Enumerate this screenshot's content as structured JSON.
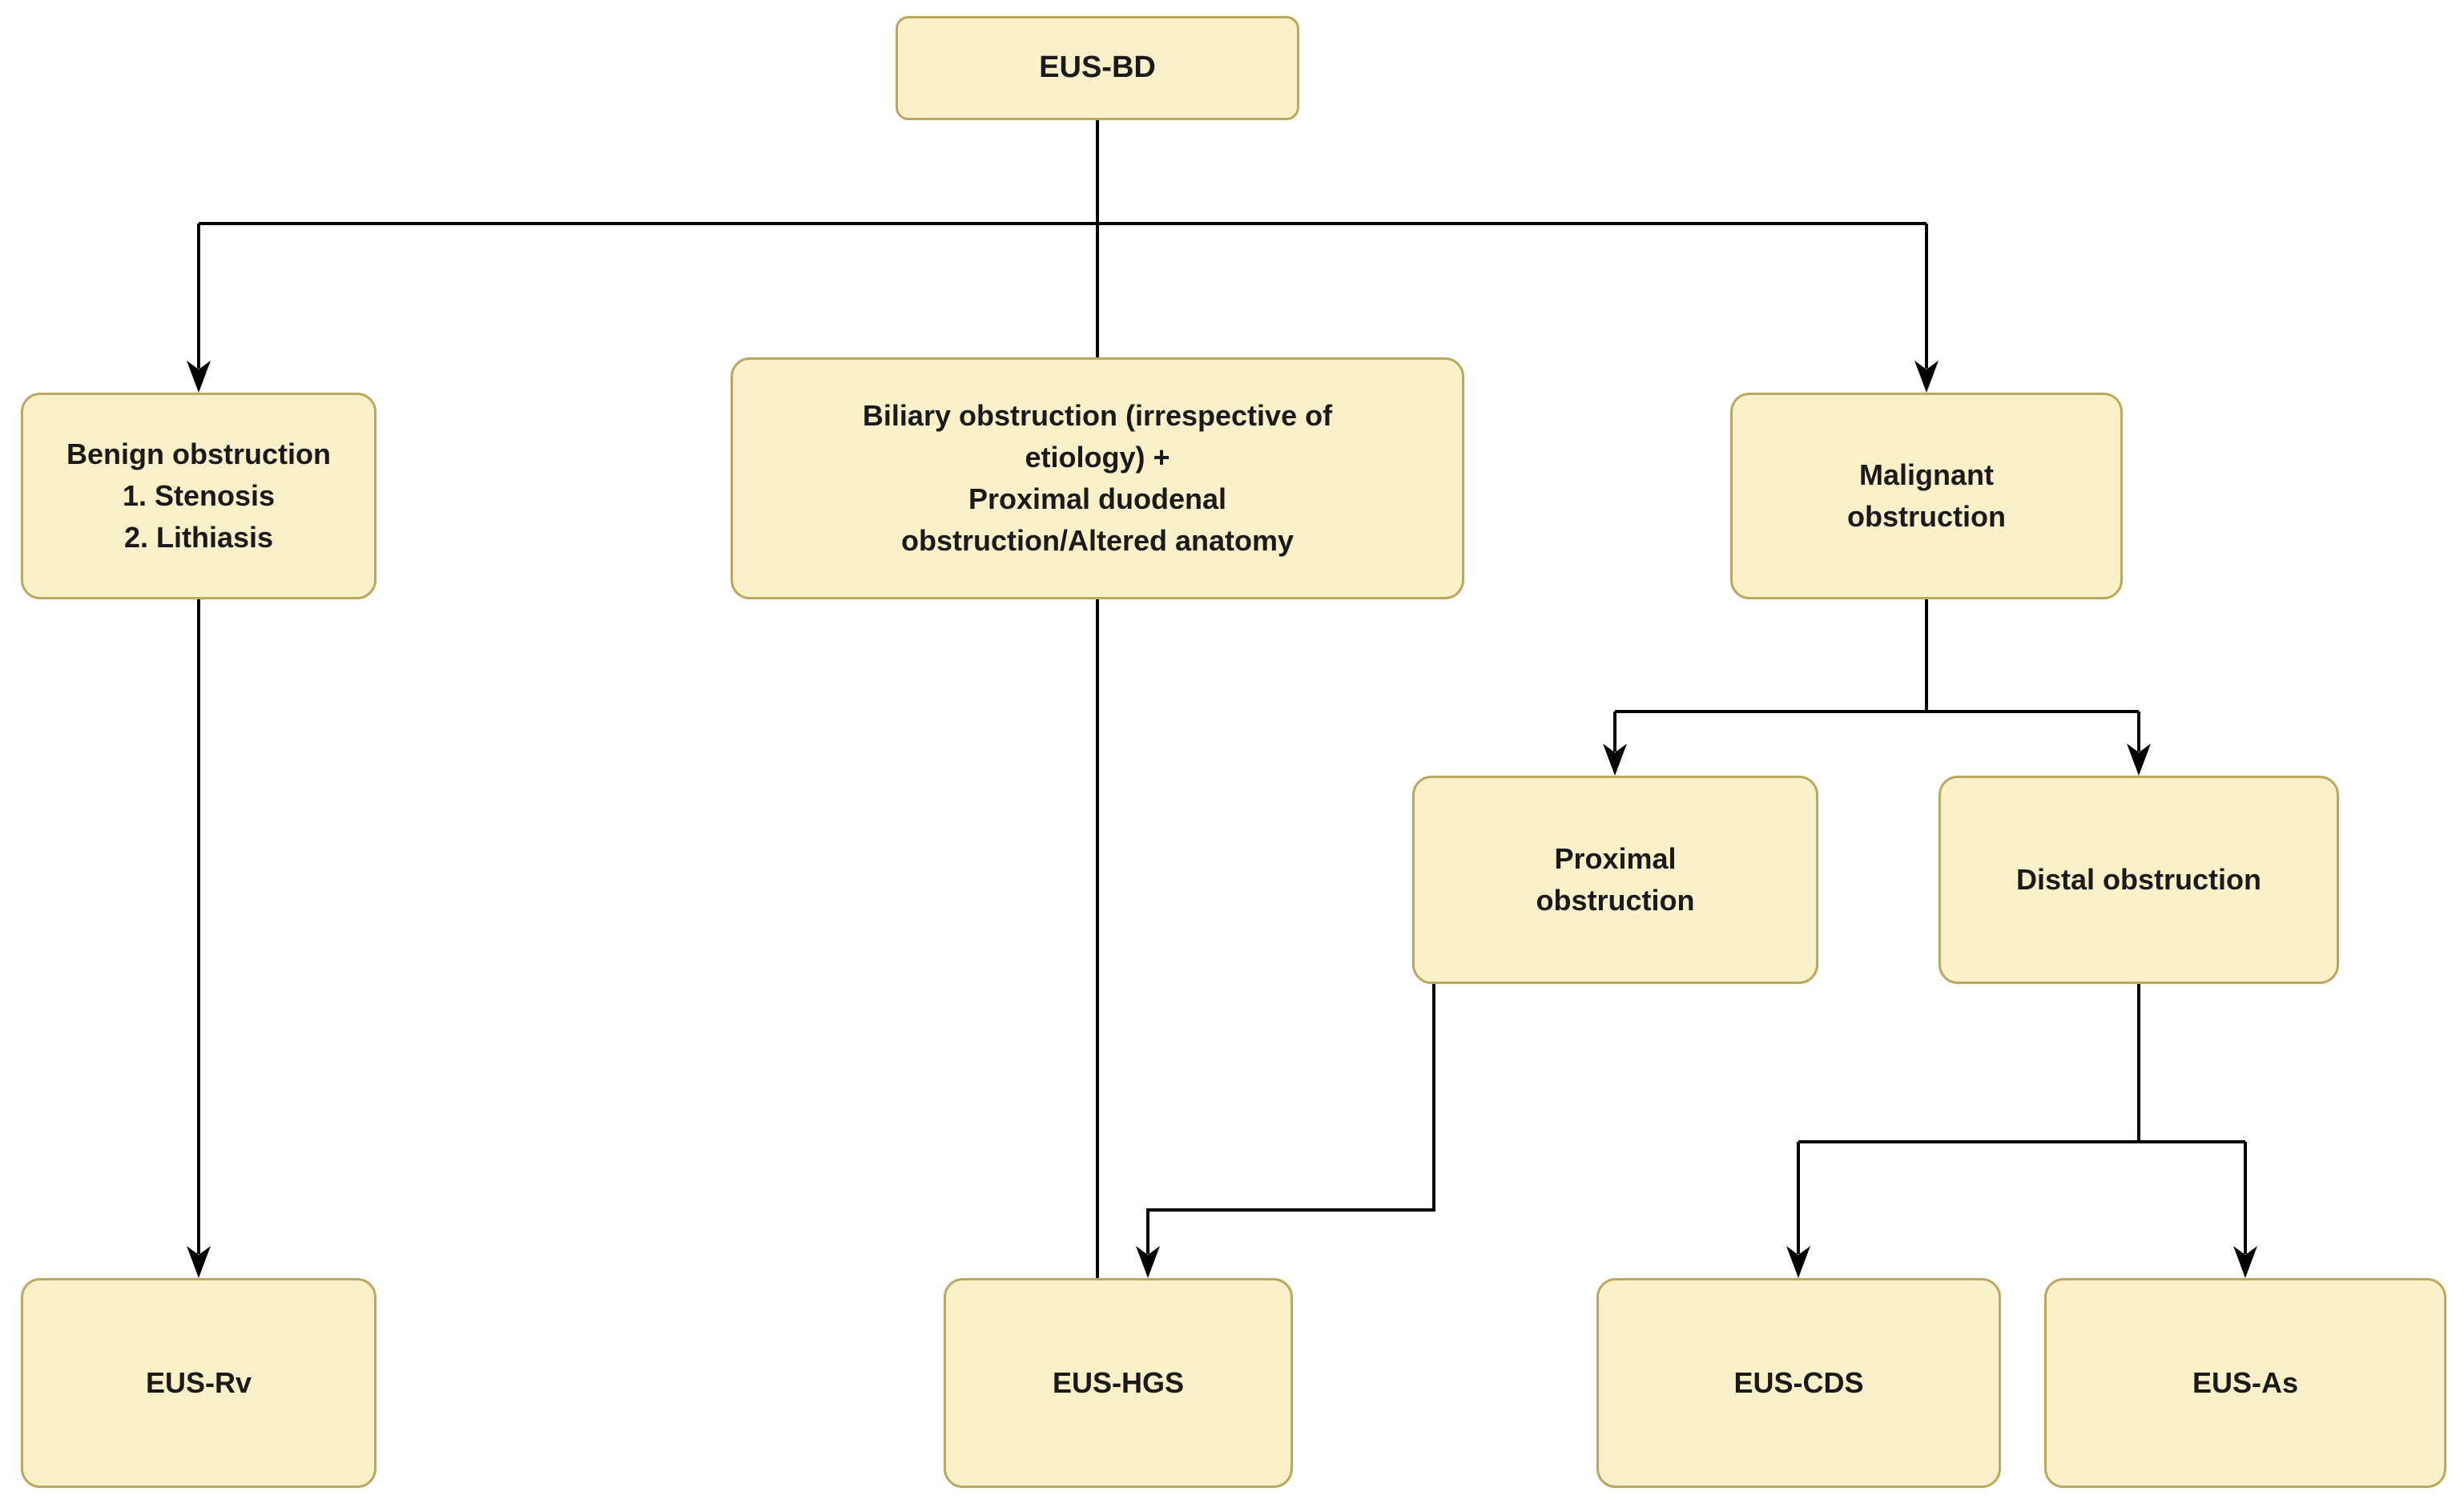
{
  "theme": {
    "node_fill": "#FAF0C9",
    "node_border": "#BCA75F",
    "text_color": "#1a1a1a",
    "line_color": "#000000",
    "bg": "#ffffff"
  },
  "diagram": {
    "title": "EUS-BD decision flowchart",
    "nodes": {
      "eus_bd": {
        "lines": [
          "EUS-BD"
        ]
      },
      "benign": {
        "lines": [
          "Benign obstruction",
          "1. Stenosis",
          "2. Lithiasis"
        ]
      },
      "biliary": {
        "lines": [
          "Biliary obstruction (irrespective of",
          "etiology) +",
          "Proximal duodenal",
          "obstruction/Altered anatomy"
        ]
      },
      "malignant": {
        "lines": [
          "Malignant",
          "obstruction"
        ]
      },
      "proximal": {
        "lines": [
          "Proximal",
          "obstruction"
        ]
      },
      "distal": {
        "lines": [
          "Distal obstruction"
        ]
      },
      "eus_rv": {
        "lines": [
          "EUS-Rv"
        ]
      },
      "eus_hgs": {
        "lines": [
          "EUS-HGS"
        ]
      },
      "eus_cds": {
        "lines": [
          "EUS-CDS"
        ]
      },
      "eus_as": {
        "lines": [
          "EUS-As"
        ]
      }
    },
    "edges": [
      {
        "from": "eus_bd",
        "to": "benign",
        "arrowhead": true
      },
      {
        "from": "eus_bd",
        "to": "biliary",
        "arrowhead": false
      },
      {
        "from": "eus_bd",
        "to": "malignant",
        "arrowhead": true
      },
      {
        "from": "benign",
        "to": "eus_rv",
        "arrowhead": true
      },
      {
        "from": "biliary",
        "to": "eus_hgs",
        "arrowhead": false
      },
      {
        "from": "malignant",
        "to": "proximal",
        "arrowhead": true
      },
      {
        "from": "malignant",
        "to": "distal",
        "arrowhead": true
      },
      {
        "from": "proximal",
        "to": "eus_hgs",
        "arrowhead": true
      },
      {
        "from": "distal",
        "to": "eus_cds",
        "arrowhead": true
      },
      {
        "from": "distal",
        "to": "eus_as",
        "arrowhead": true
      }
    ]
  }
}
